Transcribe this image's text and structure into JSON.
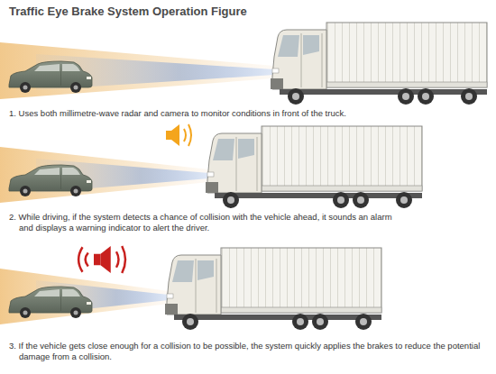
{
  "diagram": {
    "title": "Traffic Eye Brake System Operation Figure",
    "labels": [
      "1. Uses both millimetre-wave radar and camera to monitor conditions in front of the truck.",
      "2. While driving, if the system detects a chance of collision with the vehicle ahead, it sounds an alarm and displays a warning indicator to alert the driver.",
      "3. If the vehicle gets close enough for a collision to be possible, the system quickly applies the brakes to reduce the potential damage from a collision."
    ]
  }
}
